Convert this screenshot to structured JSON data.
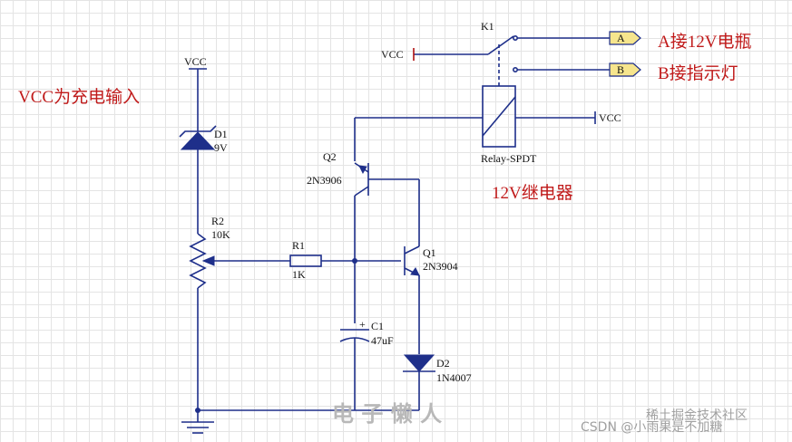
{
  "labels": {
    "vcc_top": "VCC",
    "vcc_relay": "VCC",
    "vcc_coil": "VCC",
    "k1": "K1",
    "relay": "Relay-SPDT",
    "d1_ref": "D1",
    "d1_val": "9V",
    "r2_ref": "R2",
    "r2_val": "10K",
    "r1_ref": "R1",
    "r1_val": "1K",
    "q2_ref": "Q2",
    "q2_val": "2N3906",
    "q1_ref": "Q1",
    "q1_val": "2N3904",
    "c1_ref": "C1",
    "c1_val": "47uF",
    "d2_ref": "D2",
    "d2_val": "1N4007",
    "port_a": "A",
    "port_b": "B",
    "plus": "+"
  },
  "notes": {
    "vcc_input": "VCC为充电输入",
    "relay_12v": "12V继电器",
    "a_battery": "A接12V电瓶",
    "b_indicator": "B接指示灯"
  },
  "watermarks": {
    "center": "电 子 懒 人",
    "corner": "CSDN @小雨果是不加糖",
    "corner_overlay": "稀土掘金技术社区"
  },
  "colors": {
    "wire": "#1e2f8a",
    "port_fill": "#f6e58d",
    "note": "#c01a1a",
    "grid": "#e4e4e4"
  }
}
